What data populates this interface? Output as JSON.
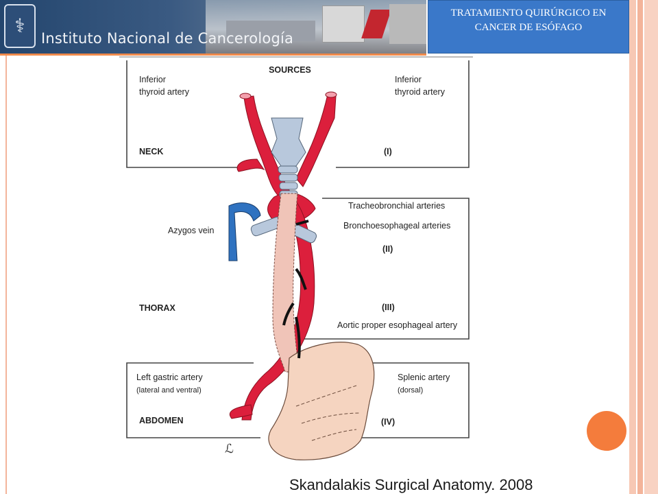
{
  "header": {
    "institution": "Instituto Nacional de Cancerología",
    "title_line1": "TRATAMIENTO QUIRÚRGICO EN",
    "title_line2": "CANCER DE ESÓFAGO"
  },
  "figure": {
    "sources_label": "SOURCES",
    "neck": {
      "left_label_1": "Inferior",
      "left_label_2": "thyroid artery",
      "right_label_1": "Inferior",
      "right_label_2": "thyroid artery",
      "region": "NECK",
      "roman": "(I)"
    },
    "thorax": {
      "tracheobronchial": "Tracheobronchial arteries",
      "bronchoesophageal": "Bronchoesophageal arteries",
      "roman_2": "(II)",
      "azygos": "Azygos vein",
      "region": "THORAX",
      "roman_3": "(III)",
      "aortic": "Aortic proper esophageal artery"
    },
    "abdomen": {
      "left_gastric_1": "Left gastric artery",
      "left_gastric_2": "(lateral and ventral)",
      "splenic_1": "Splenic artery",
      "splenic_2": "(dorsal)",
      "region": "ABDOMEN",
      "roman": "(IV)"
    }
  },
  "caption": "Skandalakis Surgical Anatomy. 2008",
  "colors": {
    "artery": "#dc1f3c",
    "vein": "#2f72c0",
    "trachea": "#b8c8dc",
    "stomach": "#f5d4c0",
    "accent": "#f47c3c",
    "title_box": "#3a78c9"
  }
}
